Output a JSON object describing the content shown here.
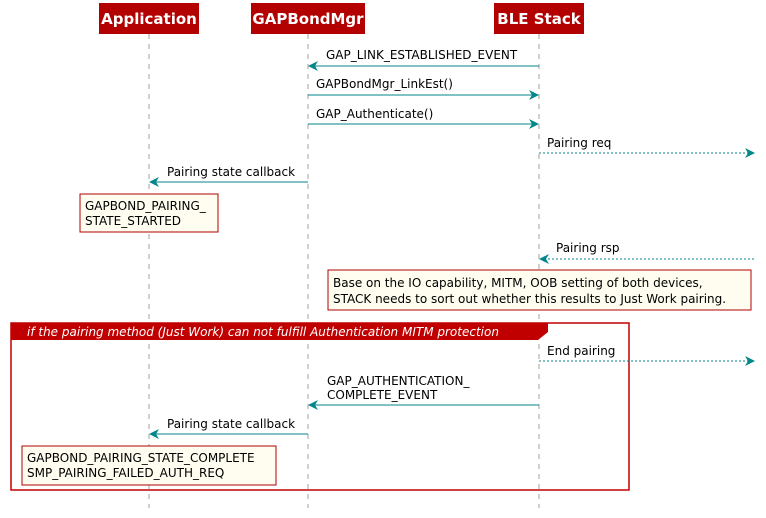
{
  "colors": {
    "participant_bg": "#b30000",
    "participant_text": "#ffffff",
    "arrow": "#00868b",
    "lifeline": "#a0a0a0",
    "note_bg": "#fefdef",
    "note_border": "#b30000",
    "alt_border": "#c00000",
    "alt_label_bg": "#c00000"
  },
  "participants": [
    {
      "id": "app",
      "label": "Application"
    },
    {
      "id": "gbm",
      "label": "GAPBondMgr"
    },
    {
      "id": "ble",
      "label": "BLE Stack"
    }
  ],
  "messages": [
    {
      "from": "ble",
      "to": "gbm",
      "style": "solid",
      "label": [
        "GAP_LINK_ESTABLISHED_EVENT"
      ]
    },
    {
      "from": "gbm",
      "to": "ble",
      "style": "solid",
      "label": [
        "GAPBondMgr_LinkEst()"
      ]
    },
    {
      "from": "gbm",
      "to": "ble",
      "style": "solid",
      "label": [
        "GAP_Authenticate()"
      ]
    },
    {
      "from": "ble",
      "to": "right",
      "style": "dotted",
      "label": [
        "Pairing req"
      ]
    },
    {
      "from": "gbm",
      "to": "app",
      "style": "solid",
      "label": [
        "Pairing state callback"
      ]
    },
    {
      "from": "right",
      "to": "ble",
      "style": "dotted",
      "label": [
        "Pairing rsp"
      ]
    },
    {
      "from": "ble",
      "to": "right",
      "style": "dotted",
      "label": [
        "End pairing"
      ]
    },
    {
      "from": "ble",
      "to": "gbm",
      "style": "solid",
      "label": [
        "GAP_AUTHENTICATION_",
        "COMPLETE_EVENT"
      ]
    },
    {
      "from": "gbm",
      "to": "app",
      "style": "solid",
      "label": [
        "Pairing state callback"
      ]
    }
  ],
  "notes": [
    {
      "lines": [
        "GAPBOND_PAIRING_",
        "STATE_STARTED"
      ]
    },
    {
      "lines": [
        "Base on the IO capability, MITM, OOB setting of both devices,",
        "STACK needs to sort out whether this results to Just Work pairing."
      ]
    },
    {
      "lines": [
        "GAPBOND_PAIRING_STATE_COMPLETE",
        "SMP_PAIRING_FAILED_AUTH_REQ"
      ]
    }
  ],
  "alt_block": {
    "label": "if the pairing method (Just Work) can not fulfill Authentication MITM protection"
  }
}
